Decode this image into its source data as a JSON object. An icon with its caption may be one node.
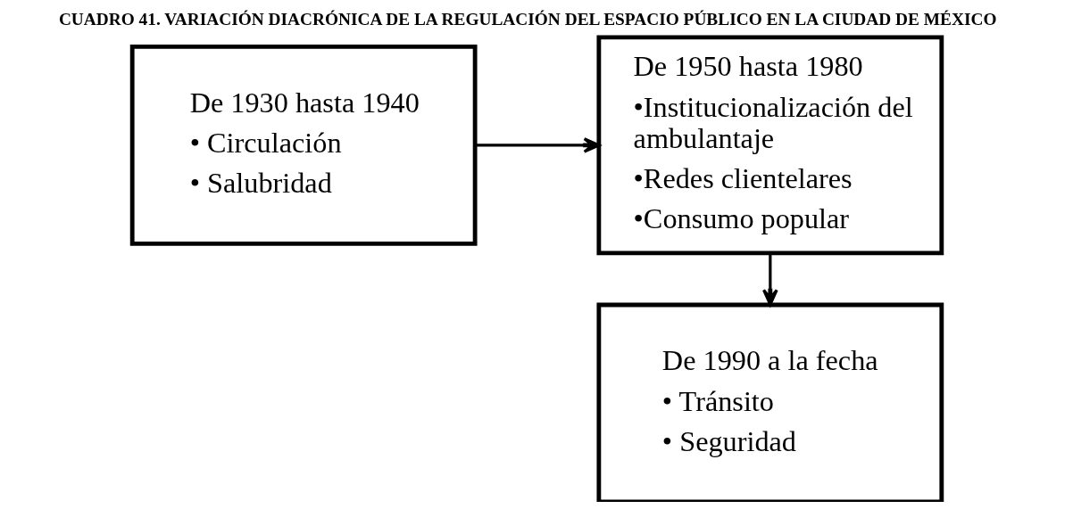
{
  "diagram": {
    "title": "CUADRO 41. VARIACIÓN DIACRÓNICA DE LA REGULACIÓN DEL ESPACIO PÚBLICO EN LA CIUDAD DE MÉXICO",
    "nodes": [
      {
        "text": [
          "De 1930 hasta 1940",
          "• Circulación",
          "• Salubridad"
        ]
      },
      {
        "text": [
          "De 1950 hasta 1980",
          "•Institucionalización del ambulantaje",
          "•Redes clientelares",
          "•Consumo popular"
        ]
      },
      {
        "text": [
          "De 1990 a la fecha",
          "• Tránsito",
          "• Seguridad"
        ]
      }
    ],
    "edges": [
      {
        "from": 0,
        "to": 1,
        "arrow": "to"
      },
      {
        "from": 1,
        "to": 2,
        "arrow": "to"
      }
    ]
  }
}
